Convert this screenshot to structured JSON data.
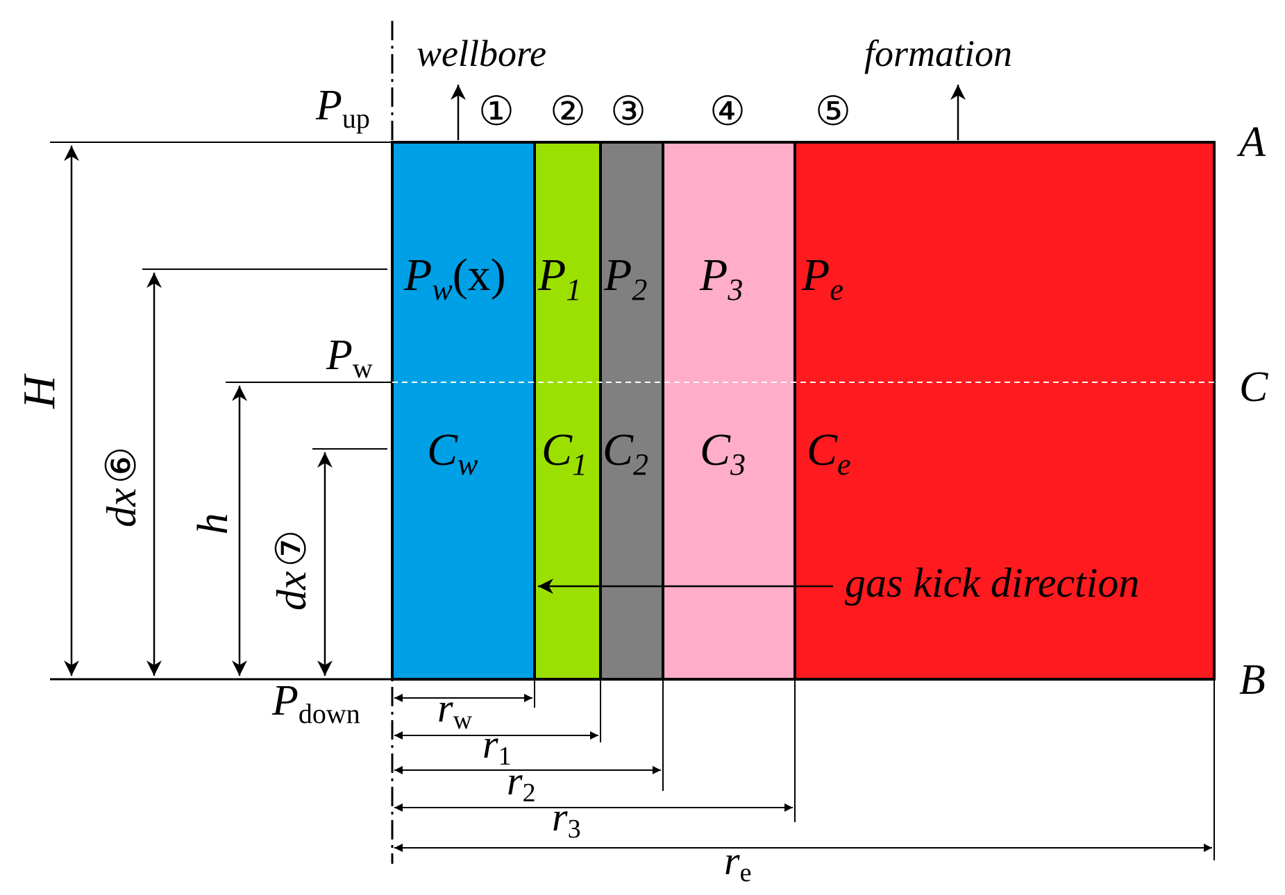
{
  "labels": {
    "wellbore": "wellbore",
    "formation": "formation",
    "p_up": "P",
    "p_up_sub": "up",
    "p_down": "P",
    "p_down_sub": "down",
    "p_w_side": "P",
    "p_w_side_sub": "w",
    "corner_a": "A",
    "corner_b": "B",
    "corner_c": "C",
    "height_total": "H",
    "height_h": "h",
    "dx6": "dx",
    "dx7": "dx",
    "gas_kick": "gas kick direction"
  },
  "zones": [
    {
      "num": "①",
      "fill": "#00a0e6",
      "p": "P",
      "p_sub": "w",
      "p_suffix": "(x)",
      "c": "C",
      "c_sub": "w"
    },
    {
      "num": "②",
      "fill": "#9be000",
      "p": "P",
      "p_sub": "1",
      "p_suffix": "",
      "c": "C",
      "c_sub": "1"
    },
    {
      "num": "③",
      "fill": "#808080",
      "p": "P",
      "p_sub": "2",
      "p_suffix": "",
      "c": "C",
      "c_sub": "2"
    },
    {
      "num": "④",
      "fill": "#ffadc9",
      "p": "P",
      "p_sub": "3",
      "p_suffix": "",
      "c": "C",
      "c_sub": "3"
    },
    {
      "num": "⑤",
      "fill": "#ff1a1f",
      "p": "P",
      "p_sub": "e",
      "p_suffix": "",
      "c": "C",
      "c_sub": "e"
    }
  ],
  "markers": {
    "six": "⑥",
    "seven": "⑦"
  },
  "radii": [
    {
      "r": "r",
      "sub": "w"
    },
    {
      "r": "r",
      "sub": "1"
    },
    {
      "r": "r",
      "sub": "2"
    },
    {
      "r": "r",
      "sub": "3"
    },
    {
      "r": "r",
      "sub": "e"
    }
  ]
}
